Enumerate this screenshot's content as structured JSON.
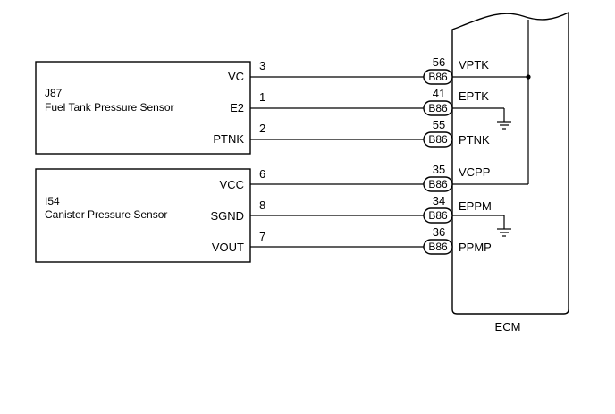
{
  "components": {
    "fuel_tank_sensor": {
      "code": "J87",
      "name": "Fuel Tank Pressure Sensor",
      "pins": [
        {
          "label": "VC",
          "number": "3"
        },
        {
          "label": "E2",
          "number": "1"
        },
        {
          "label": "PTNK",
          "number": "2"
        }
      ]
    },
    "canister_sensor": {
      "code": "I54",
      "name": "Canister Pressure Sensor",
      "pins": [
        {
          "label": "VCC",
          "number": "6"
        },
        {
          "label": "SGND",
          "number": "8"
        },
        {
          "label": "VOUT",
          "number": "7"
        }
      ]
    },
    "ecm": {
      "name": "ECM",
      "connector": "B86",
      "pins": [
        {
          "number": "56",
          "label": "VPTK"
        },
        {
          "number": "41",
          "label": "EPTK"
        },
        {
          "number": "55",
          "label": "PTNK"
        },
        {
          "number": "35",
          "label": "VCPP"
        },
        {
          "number": "34",
          "label": "EPPM"
        },
        {
          "number": "36",
          "label": "PPMP"
        }
      ]
    }
  }
}
